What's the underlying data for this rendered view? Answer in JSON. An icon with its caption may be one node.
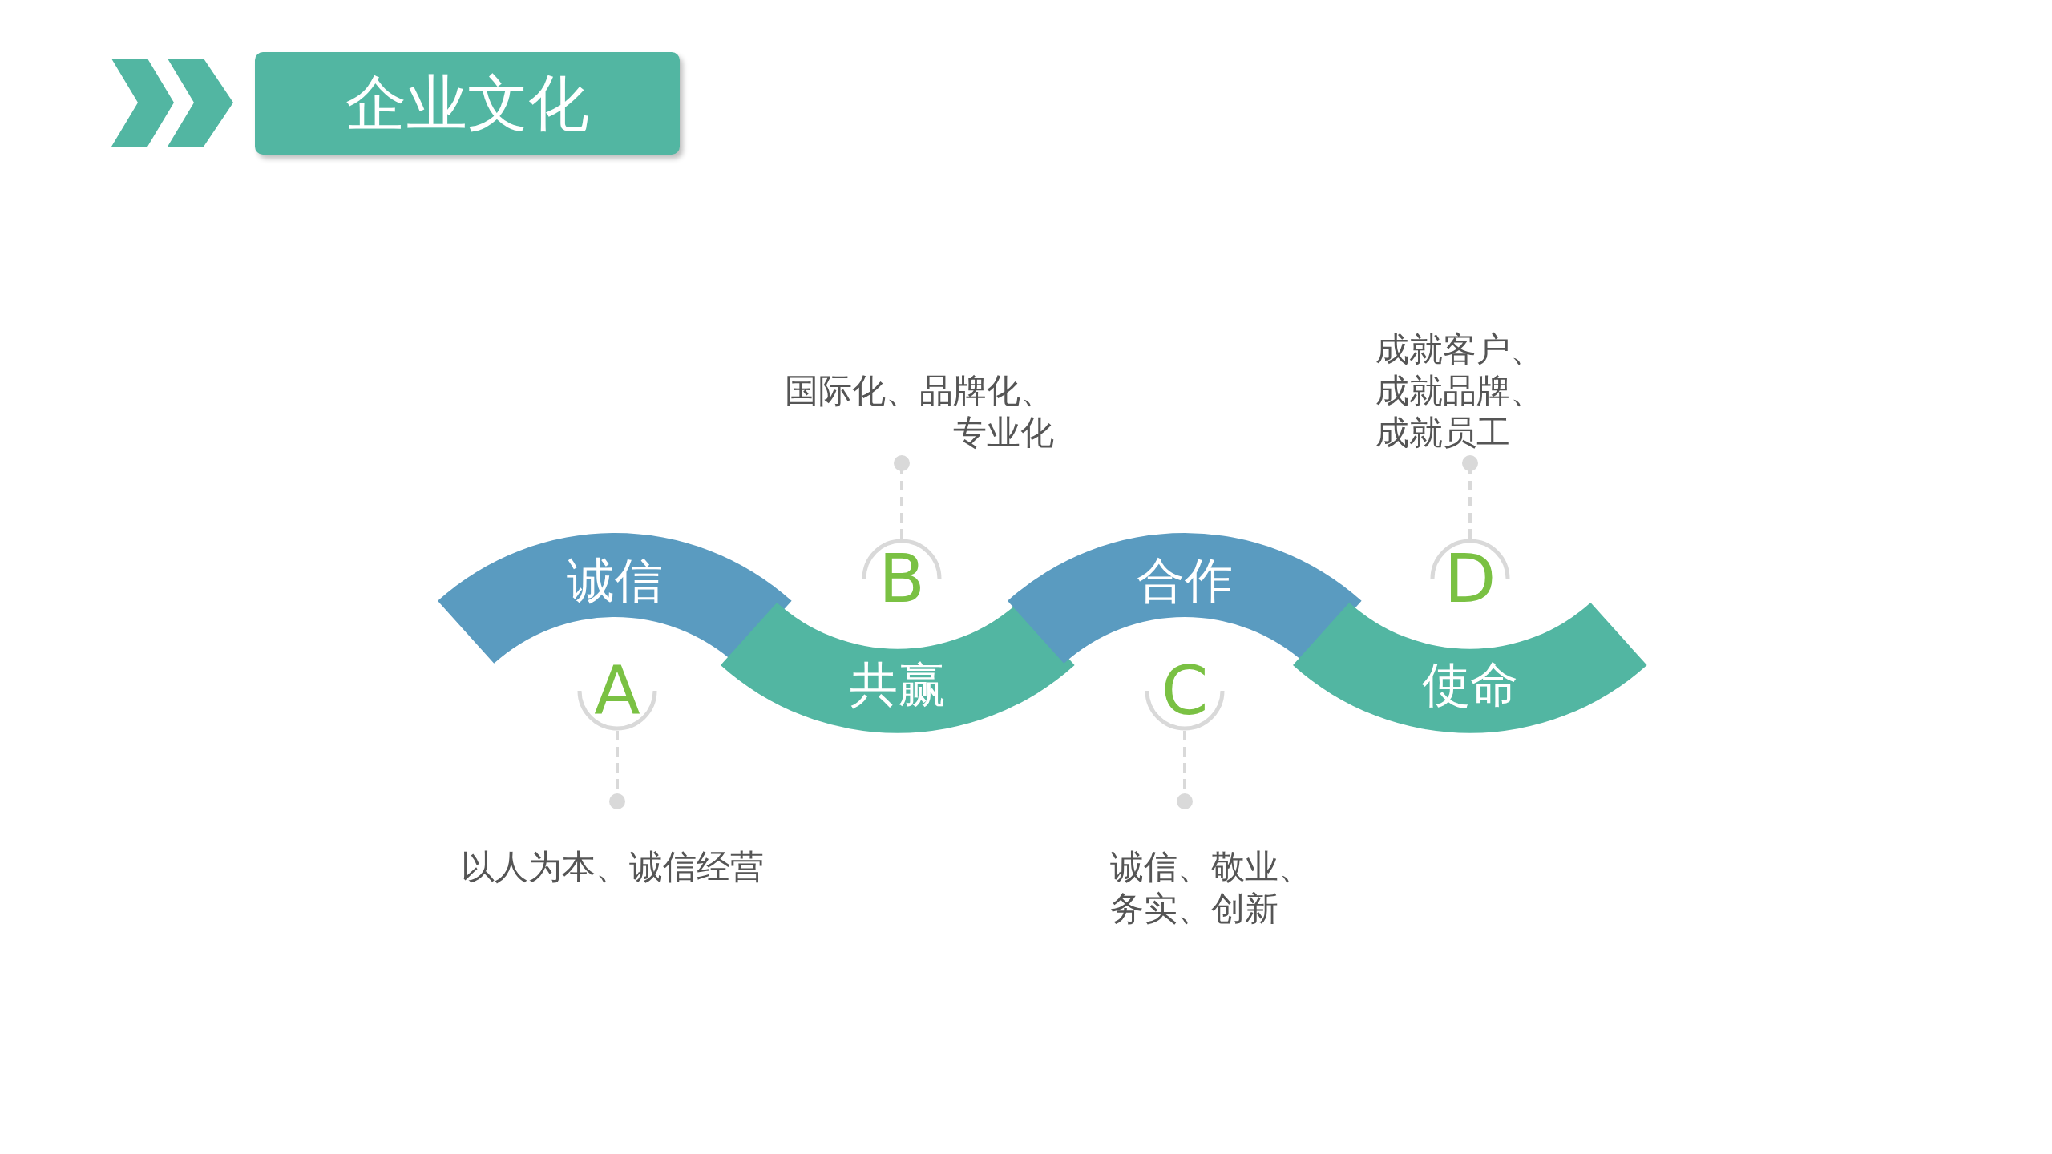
{
  "diagram": {
    "title": "企业文化",
    "nodes": [
      {
        "text": [
          "诚信"
        ]
      },
      {
        "text": [
          "共赢"
        ]
      },
      {
        "text": [
          "合作"
        ]
      },
      {
        "text": [
          "使命"
        ]
      },
      {
        "text": [
          "A"
        ]
      },
      {
        "text": [
          "B"
        ]
      },
      {
        "text": [
          "C"
        ]
      },
      {
        "text": [
          "D"
        ]
      },
      {
        "text": [
          "以人为本、诚信经营"
        ]
      },
      {
        "text": [
          "国际化、品牌化、专业化"
        ]
      },
      {
        "text": [
          "诚信、敬业、务实、创新"
        ]
      },
      {
        "text": [
          "成就客户、成就品牌、成就员工"
        ]
      }
    ],
    "edges": [
      {
        "from": 4,
        "to": 8,
        "arrow": "other",
        "style": "dashed"
      },
      {
        "from": 5,
        "to": 9,
        "arrow": "other",
        "style": "dashed"
      },
      {
        "from": 6,
        "to": 10,
        "arrow": "other",
        "style": "dashed"
      },
      {
        "from": 7,
        "to": 11,
        "arrow": "other",
        "style": "dashed"
      }
    ]
  }
}
